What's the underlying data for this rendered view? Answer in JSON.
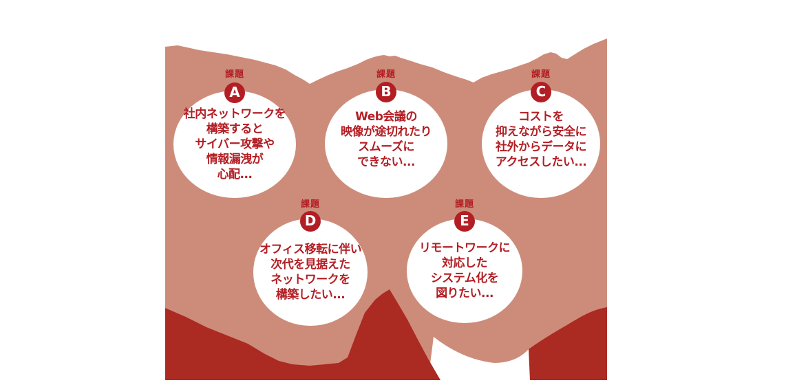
{
  "diagram": {
    "items": [
      {
        "tag": "課題",
        "letter": "A",
        "text": "社内ネットワークを\n構築すると\nサイバー攻撃や\n情報漏洩が\n心配..."
      },
      {
        "tag": "課題",
        "letter": "B",
        "text": "Web会議の\n映像が途切れたり\nスムーズに\nできない..."
      },
      {
        "tag": "課題",
        "letter": "C",
        "text": "コストを\n抑えながら安全に\n社外からデータに\nアクセスしたい..."
      },
      {
        "tag": "課題",
        "letter": "D",
        "text": "オフィス移転に伴い\n次代を見据えた\nネットワークを\n構築したい..."
      },
      {
        "tag": "課題",
        "letter": "E",
        "text": "リモートワークに\n対応した\nシステム化を\n図りたい..."
      }
    ],
    "colors": {
      "mountain_background": "#cd8c7a",
      "mountain_foreground": "#ab2a22",
      "accent_red": "#b31e24",
      "bubble_white": "#ffffff"
    }
  }
}
